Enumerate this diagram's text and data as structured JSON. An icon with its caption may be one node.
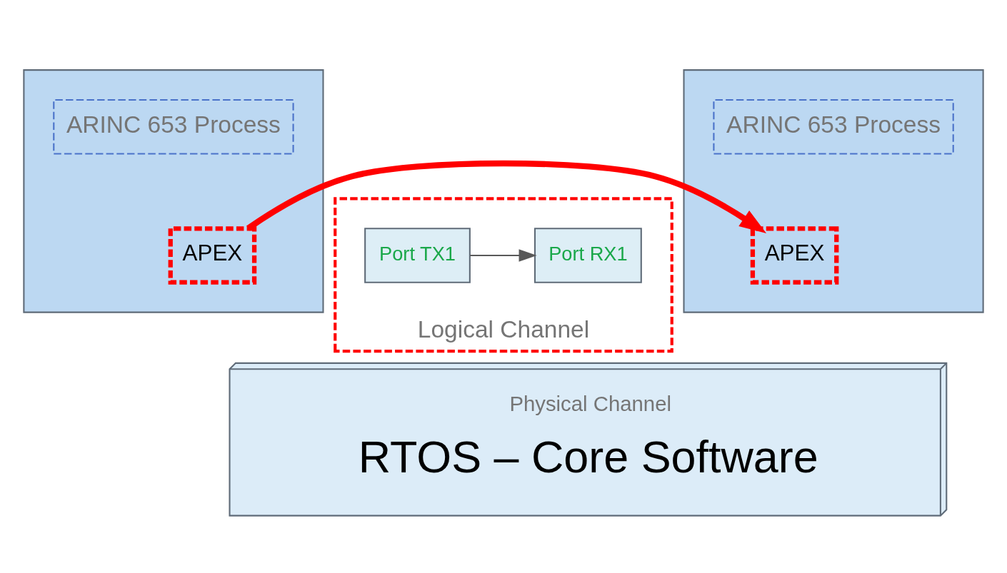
{
  "diagram": {
    "nodes": [
      {
        "text": [],
        "shape": "box"
      },
      {
        "text": [
          "ARINC 653 Process"
        ],
        "in": 0
      },
      {
        "text": [
          "APEX"
        ],
        "in": 0
      },
      {
        "text": [
          "Logical Channel"
        ]
      },
      {
        "text": [
          "Port TX1"
        ],
        "in": 3
      },
      {
        "text": [
          "Port RX1"
        ],
        "in": 3
      },
      {
        "text": [],
        "shape": "box"
      },
      {
        "text": [
          "ARINC 653 Process"
        ],
        "in": 6
      },
      {
        "text": [
          "APEX"
        ],
        "in": 6
      },
      {
        "text": [
          "Physical Channel",
          "RTOS – Core Software"
        ]
      }
    ],
    "edges": [
      {
        "from": 4,
        "to": 5,
        "arrow": "to",
        "color": "#595959"
      },
      {
        "from": 2,
        "to": 8,
        "arrow": "to",
        "style": "thick",
        "color": "#ff0000"
      }
    ]
  }
}
